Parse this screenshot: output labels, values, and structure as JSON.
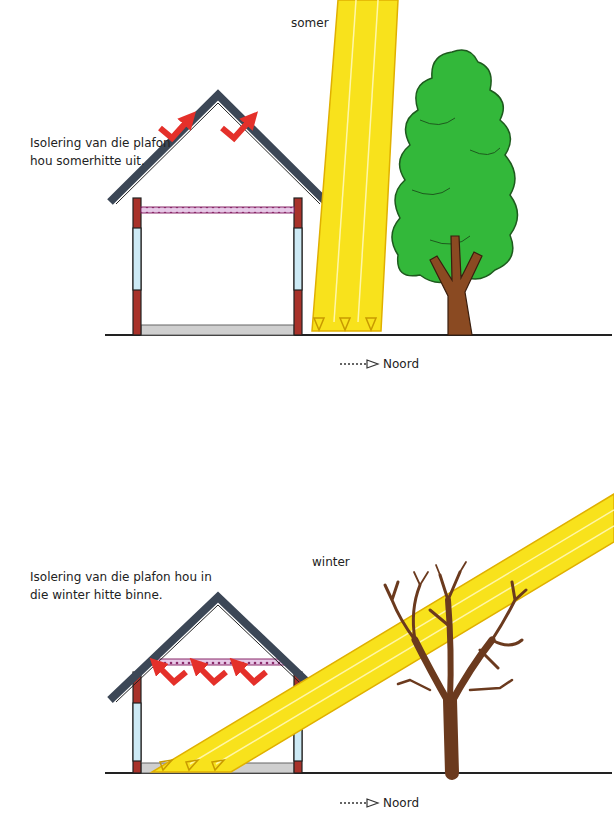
{
  "diagram": {
    "labels": [
      "somer",
      "Isolering van die plafon hou somerhitte uit.",
      "Noord",
      "winter",
      "Isolering van die plafon hou in die winter hitte binne.",
      "Noord"
    ]
  }
}
